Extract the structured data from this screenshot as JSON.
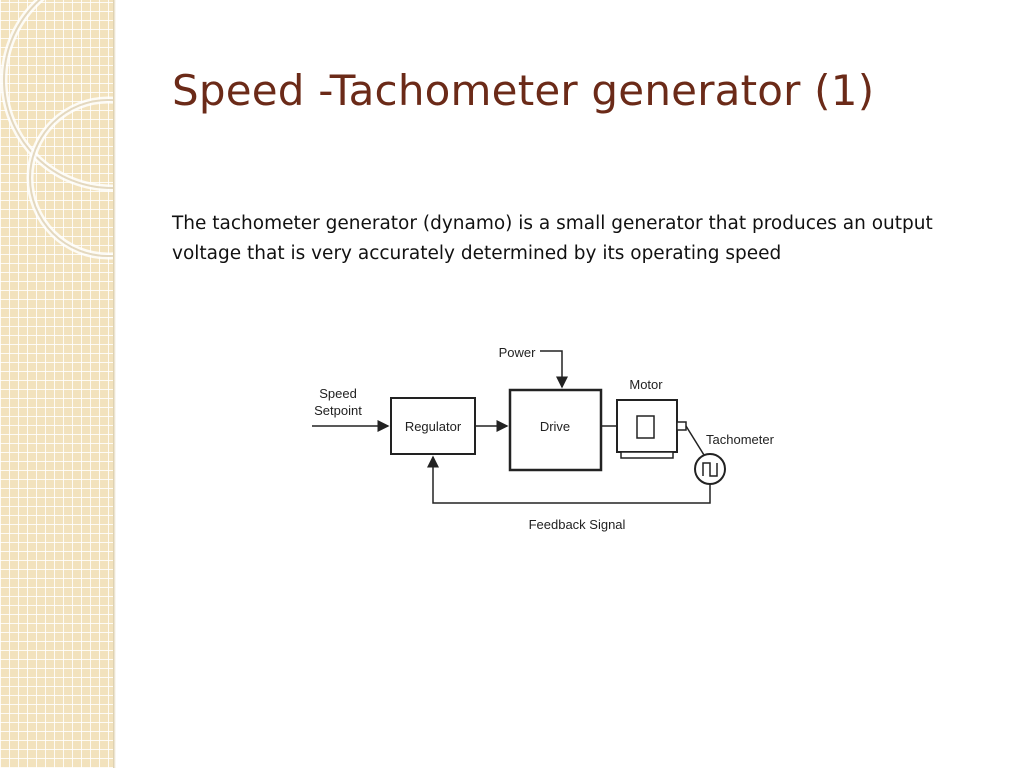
{
  "slide": {
    "title": "Speed -Tachometer generator (1)",
    "body": "The tachometer generator (dynamo) is a small generator that produces an output voltage that is very accurately determined by its operating speed"
  },
  "diagram": {
    "input_label_line1": "Speed",
    "input_label_line2": "Setpoint",
    "regulator": "Regulator",
    "drive": "Drive",
    "power": "Power",
    "motor": "Motor",
    "tachometer": "Tachometer",
    "feedback": "Feedback Signal"
  },
  "colors": {
    "title": "#6b2a18",
    "strip": "#f2e2bd"
  }
}
